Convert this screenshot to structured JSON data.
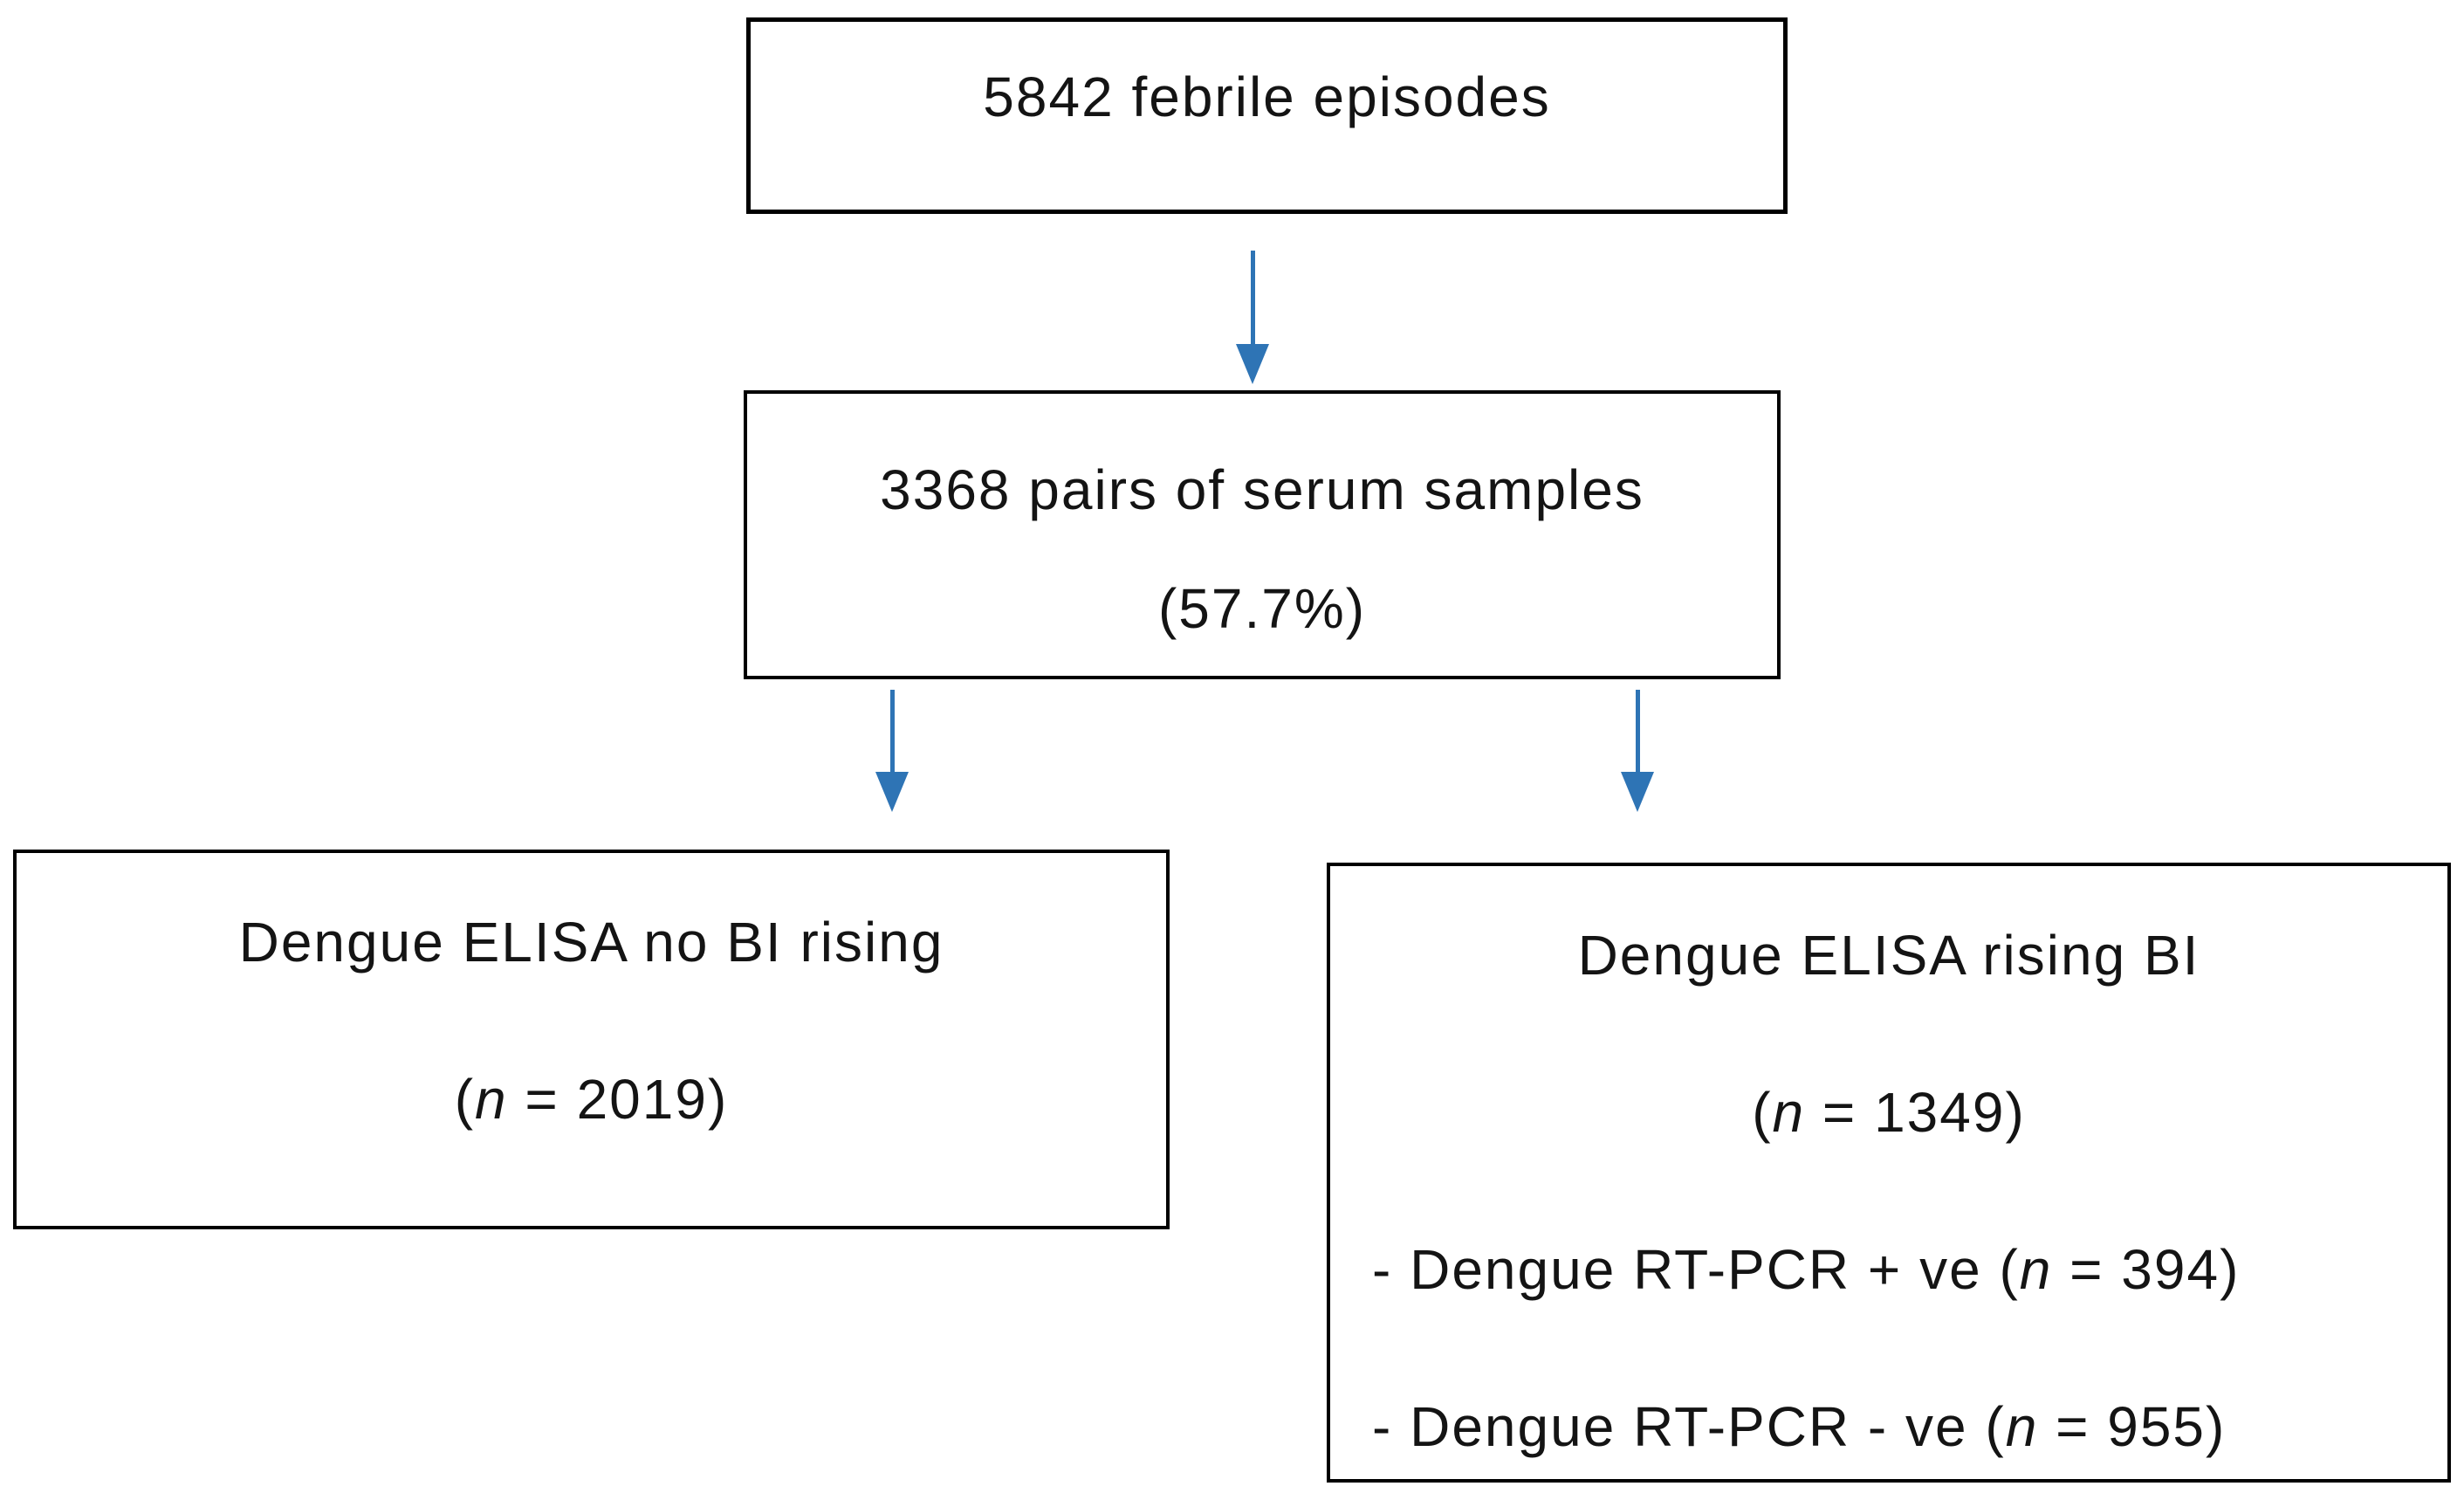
{
  "colors": {
    "background": "#FFFFFF",
    "box_border": "#000000",
    "text": "#141414",
    "arrow": "#2E74B5"
  },
  "icons": {
    "arrow_down": "filled triangle arrowhead on straight stem"
  },
  "nodes": {
    "febrile_episodes": {
      "label": "5842 febrile episodes"
    },
    "serum_samples": {
      "line1": "3368 pairs of serum samples",
      "line2": "(57.7%)"
    },
    "elisa_no_bi_rising": {
      "title": "Dengue ELISA no BI rising",
      "count": {
        "open": "(",
        "var": "n",
        "rest": " = 2019)"
      }
    },
    "elisa_rising_bi": {
      "title": "Dengue ELISA rising BI",
      "count": {
        "open": "(",
        "var": "n",
        "rest": " = 1349)"
      },
      "rtpcr_positive": {
        "pre": "- Dengue RT-PCR + ve (",
        "var": "n",
        "rest": " = 394)"
      },
      "rtpcr_negative": {
        "pre": "- Dengue RT-PCR - ve (",
        "var": "n",
        "rest": " = 955)"
      }
    }
  }
}
